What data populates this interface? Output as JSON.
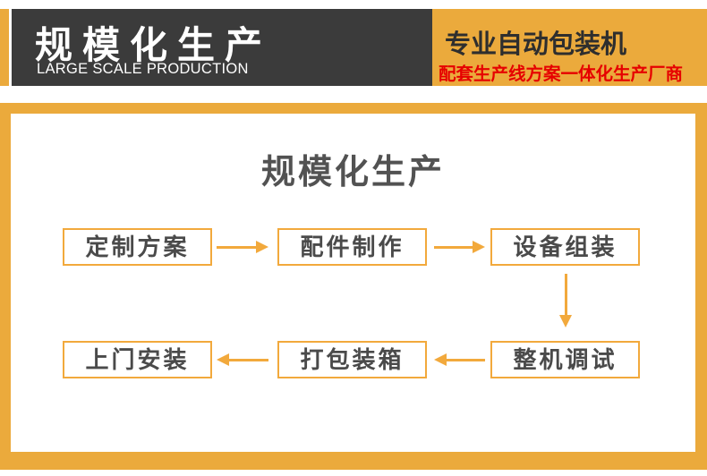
{
  "colors": {
    "yellow_background": "#EBAA3C",
    "yellow_accent": "#F2A93C",
    "header_dark": "#3B3B3B",
    "red_accent": "#E60000",
    "text_gray": "#4A4A4A"
  },
  "header": {
    "title_cn": "规模化生产",
    "title_en": "LARGE SCALE PRODUCTION",
    "right_title": "专业自动包装机",
    "right_subtitle": "配套生产线方案一体化生产厂商"
  },
  "main": {
    "title": "规模化生产",
    "flow": {
      "steps_top": [
        "定制方案",
        "配件制作",
        "设备组装"
      ],
      "steps_bottom": [
        "上门安装",
        "打包装箱",
        "整机调试"
      ],
      "sequence": [
        "定制方案",
        "配件制作",
        "设备组装",
        "整机调试",
        "打包装箱",
        "上门安装"
      ]
    }
  }
}
